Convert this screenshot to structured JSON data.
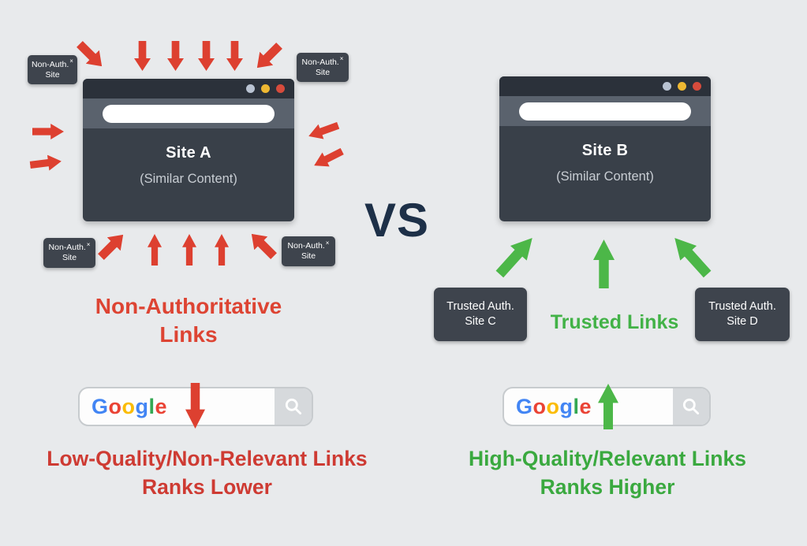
{
  "vs": "VS",
  "google_logo": [
    "G",
    "o",
    "o",
    "g",
    "l",
    "e"
  ],
  "colors": {
    "background": "#e8eaec",
    "window_body": "#394049",
    "window_titlebar": "#2b313a",
    "window_urlbar_row": "#5a626d",
    "label_box": "#3e444d",
    "red_arrow": "#dd4030",
    "red_caption": "#dd4433",
    "red_result_text": "#ce3b33",
    "green_arrow": "#4cb748",
    "green_caption": "#42b247",
    "green_result_text": "#3aa93f",
    "vs_text": "#1d3048",
    "google_blue": "#4285f4",
    "google_red": "#ea4335",
    "google_yellow": "#fbbc05",
    "google_green": "#34a853",
    "window_dot_gray": "#b9c3d2",
    "window_dot_yellow": "#eeb832",
    "window_dot_red": "#d64b3c"
  },
  "left": {
    "window_title": "Site A",
    "window_subtitle": "(Similar Content)",
    "spam_label": {
      "line1": "Non-Auth.",
      "sup": "×",
      "line2": "Site"
    },
    "caption_line1": "Non-Authoritative",
    "caption_line2": "Links",
    "result_line1": "Low-Quality/Non-Relevant Links",
    "result_line2": "Ranks Lower"
  },
  "right": {
    "window_title": "Site B",
    "window_subtitle": "(Similar Content)",
    "trusted_site_c": {
      "line1": "Trusted Auth.",
      "line2": "Site C"
    },
    "trusted_site_d": {
      "line1": "Trusted Auth.",
      "line2": "Site D"
    },
    "caption": "Trusted Links",
    "result_line1": "High-Quality/Relevant Links",
    "result_line2": "Ranks Higher"
  }
}
